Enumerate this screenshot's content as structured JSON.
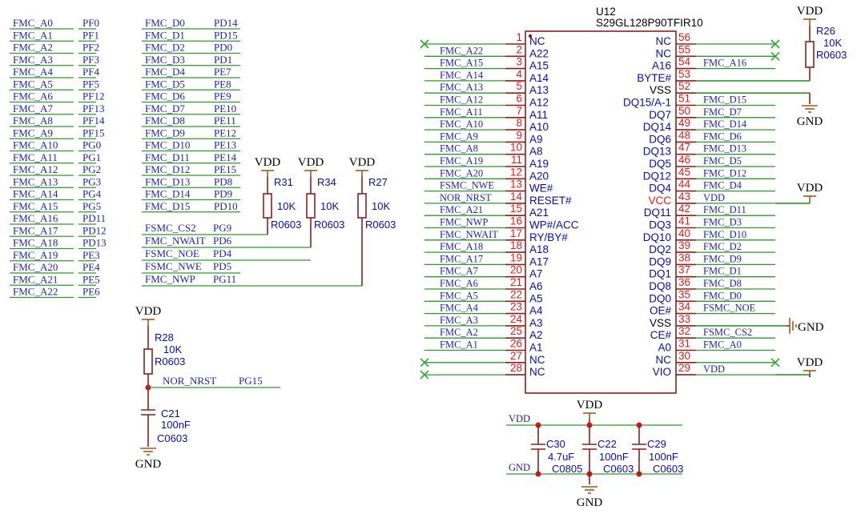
{
  "ic": {
    "designator": "U12",
    "part": "S29GL128P90TFIR10",
    "left_pins": [
      {
        "num": "1",
        "name": "NC",
        "net": "",
        "nc": true
      },
      {
        "num": "2",
        "name": "A22",
        "net": "FMC_A22"
      },
      {
        "num": "3",
        "name": "A15",
        "net": "FMC_A15"
      },
      {
        "num": "4",
        "name": "A14",
        "net": "FMC_A14"
      },
      {
        "num": "5",
        "name": "A13",
        "net": "FMC_A13"
      },
      {
        "num": "6",
        "name": "A12",
        "net": "FMC_A12"
      },
      {
        "num": "7",
        "name": "A11",
        "net": "FMC_A11"
      },
      {
        "num": "8",
        "name": "A10",
        "net": "FMC_A10"
      },
      {
        "num": "9",
        "name": "A9",
        "net": "FMC_A9"
      },
      {
        "num": "10",
        "name": "A8",
        "net": "FMC_A8"
      },
      {
        "num": "11",
        "name": "A19",
        "net": "FMC_A19"
      },
      {
        "num": "12",
        "name": "A20",
        "net": "FMC_A20"
      },
      {
        "num": "13",
        "name": "WE#",
        "net": "FSMC_NWE"
      },
      {
        "num": "14",
        "name": "RESET#",
        "net": "NOR_NRST"
      },
      {
        "num": "15",
        "name": "A21",
        "net": "FMC_A21"
      },
      {
        "num": "16",
        "name": "WP#/ACC",
        "net": "FMC_NWP"
      },
      {
        "num": "17",
        "name": "RY/BY#",
        "net": "FMC_NWAIT"
      },
      {
        "num": "18",
        "name": "A18",
        "net": "FMC_A18"
      },
      {
        "num": "19",
        "name": "A17",
        "net": "FMC_A17"
      },
      {
        "num": "20",
        "name": "A7",
        "net": "FMC_A7"
      },
      {
        "num": "21",
        "name": "A6",
        "net": "FMC_A6"
      },
      {
        "num": "22",
        "name": "A5",
        "net": "FMC_A5"
      },
      {
        "num": "23",
        "name": "A4",
        "net": "FMC_A4"
      },
      {
        "num": "24",
        "name": "A3",
        "net": "FMC_A3"
      },
      {
        "num": "25",
        "name": "A2",
        "net": "FMC_A2"
      },
      {
        "num": "26",
        "name": "A1",
        "net": "FMC_A1"
      },
      {
        "num": "27",
        "name": "NC",
        "net": "",
        "nc": true
      },
      {
        "num": "28",
        "name": "NC",
        "net": "",
        "nc": true
      }
    ],
    "right_pins": [
      {
        "num": "56",
        "name": "NC",
        "net": "",
        "nc": true
      },
      {
        "num": "55",
        "name": "NC",
        "net": "",
        "nc": true
      },
      {
        "num": "54",
        "name": "A16",
        "net": "FMC_A16"
      },
      {
        "num": "53",
        "name": "BYTE#",
        "net": ""
      },
      {
        "num": "52",
        "name": "VSS",
        "net": "",
        "black": true
      },
      {
        "num": "51",
        "name": "DQ15/A-1",
        "net": "FMC_D15"
      },
      {
        "num": "50",
        "name": "DQ7",
        "net": "FMC_D7"
      },
      {
        "num": "49",
        "name": "DQ14",
        "net": "FMC_D14"
      },
      {
        "num": "48",
        "name": "DQ6",
        "net": "FMC_D6"
      },
      {
        "num": "47",
        "name": "DQ13",
        "net": "FMC_D13"
      },
      {
        "num": "46",
        "name": "DQ5",
        "net": "FMC_D5"
      },
      {
        "num": "45",
        "name": "DQ12",
        "net": "FMC_D12"
      },
      {
        "num": "44",
        "name": "DQ4",
        "net": "FMC_D4"
      },
      {
        "num": "43",
        "name": "VCC",
        "net": "VDD",
        "red": true
      },
      {
        "num": "42",
        "name": "DQ11",
        "net": "FMC_D11"
      },
      {
        "num": "41",
        "name": "DQ3",
        "net": "FMC_D3"
      },
      {
        "num": "40",
        "name": "DQ10",
        "net": "FMC_D10"
      },
      {
        "num": "39",
        "name": "DQ2",
        "net": "FMC_D2"
      },
      {
        "num": "38",
        "name": "DQ9",
        "net": "FMC_D9"
      },
      {
        "num": "37",
        "name": "DQ1",
        "net": "FMC_D1"
      },
      {
        "num": "36",
        "name": "DQ8",
        "net": "FMC_D8"
      },
      {
        "num": "35",
        "name": "DQ0",
        "net": "FMC_D0"
      },
      {
        "num": "34",
        "name": "OE#",
        "net": "FSMC_NOE"
      },
      {
        "num": "33",
        "name": "VSS",
        "net": "",
        "black": true
      },
      {
        "num": "32",
        "name": "CE#",
        "net": "FSMC_CS2"
      },
      {
        "num": "31",
        "name": "A0",
        "net": "FMC_A0"
      },
      {
        "num": "30",
        "name": "NC",
        "net": "",
        "nc": true
      },
      {
        "num": "29",
        "name": "VIO",
        "net": "VDD"
      }
    ]
  },
  "addr_map": [
    [
      "FMC_A0",
      "PF0"
    ],
    [
      "FMC_A1",
      "PF1"
    ],
    [
      "FMC_A2",
      "PF2"
    ],
    [
      "FMC_A3",
      "PF3"
    ],
    [
      "FMC_A4",
      "PF4"
    ],
    [
      "FMC_A5",
      "PF5"
    ],
    [
      "FMC_A6",
      "PF12"
    ],
    [
      "FMC_A7",
      "PF13"
    ],
    [
      "FMC_A8",
      "PF14"
    ],
    [
      "FMC_A9",
      "PF15"
    ],
    [
      "FMC_A10",
      "PG0"
    ],
    [
      "FMC_A11",
      "PG1"
    ],
    [
      "FMC_A12",
      "PG2"
    ],
    [
      "FMC_A13",
      "PG3"
    ],
    [
      "FMC_A14",
      "PG4"
    ],
    [
      "FMC_A15",
      "PG5"
    ],
    [
      "FMC_A16",
      "PD11"
    ],
    [
      "FMC_A17",
      "PD12"
    ],
    [
      "FMC_A18",
      "PD13"
    ],
    [
      "FMC_A19",
      "PE3"
    ],
    [
      "FMC_A20",
      "PE4"
    ],
    [
      "FMC_A21",
      "PE5"
    ],
    [
      "FMC_A22",
      "PE6"
    ]
  ],
  "data_map": [
    [
      "FMC_D0",
      "PD14"
    ],
    [
      "FMC_D1",
      "PD15"
    ],
    [
      "FMC_D2",
      "PD0"
    ],
    [
      "FMC_D3",
      "PD1"
    ],
    [
      "FMC_D4",
      "PE7"
    ],
    [
      "FMC_D5",
      "PE8"
    ],
    [
      "FMC_D6",
      "PE9"
    ],
    [
      "FMC_D7",
      "PE10"
    ],
    [
      "FMC_D8",
      "PE11"
    ],
    [
      "FMC_D9",
      "PE12"
    ],
    [
      "FMC_D10",
      "PE13"
    ],
    [
      "FMC_D11",
      "PE14"
    ],
    [
      "FMC_D12",
      "PE15"
    ],
    [
      "FMC_D13",
      "PD8"
    ],
    [
      "FMC_D14",
      "PD9"
    ],
    [
      "FMC_D15",
      "PD10"
    ]
  ],
  "ctrl_map": [
    [
      "FSMC_CS2",
      "PG9"
    ],
    [
      "FMC_NWAIT",
      "PD6"
    ],
    [
      "FSMC_NOE",
      "PD4"
    ],
    [
      "FSMC_NWE",
      "PD5"
    ],
    [
      "FMC_NWP",
      "PG11"
    ]
  ],
  "pullups": [
    {
      "ref": "R31",
      "value": "10K",
      "pkg": "R0603",
      "rail": "VDD"
    },
    {
      "ref": "R34",
      "value": "10K",
      "pkg": "R0603",
      "rail": "VDD"
    },
    {
      "ref": "R27",
      "value": "10K",
      "pkg": "R0603",
      "rail": "VDD"
    }
  ],
  "reset": {
    "rail": "VDD",
    "res": {
      "ref": "R28",
      "value": "10K",
      "pkg": "R0603"
    },
    "net": "NOR_NRST",
    "port": "PG15",
    "cap": {
      "ref": "C21",
      "value": "100nF",
      "pkg": "C0603"
    },
    "gnd": "GND"
  },
  "r26": {
    "ref": "R26",
    "value": "10K",
    "pkg": "R0603",
    "rail": "VDD"
  },
  "vss_gnd": "GND",
  "vcc_rail": "VDD",
  "vio_rail": "VDD",
  "decoupling": {
    "rail": "VDD",
    "gnd": "GND",
    "vdd_net": "VDD",
    "gnd_net": "GND",
    "caps": [
      {
        "ref": "C30",
        "value": "4.7uF",
        "pkg": "C0805"
      },
      {
        "ref": "C22",
        "value": "100nF",
        "pkg": "C0603"
      },
      {
        "ref": "C29",
        "value": "100nF",
        "pkg": "C0603"
      }
    ]
  }
}
